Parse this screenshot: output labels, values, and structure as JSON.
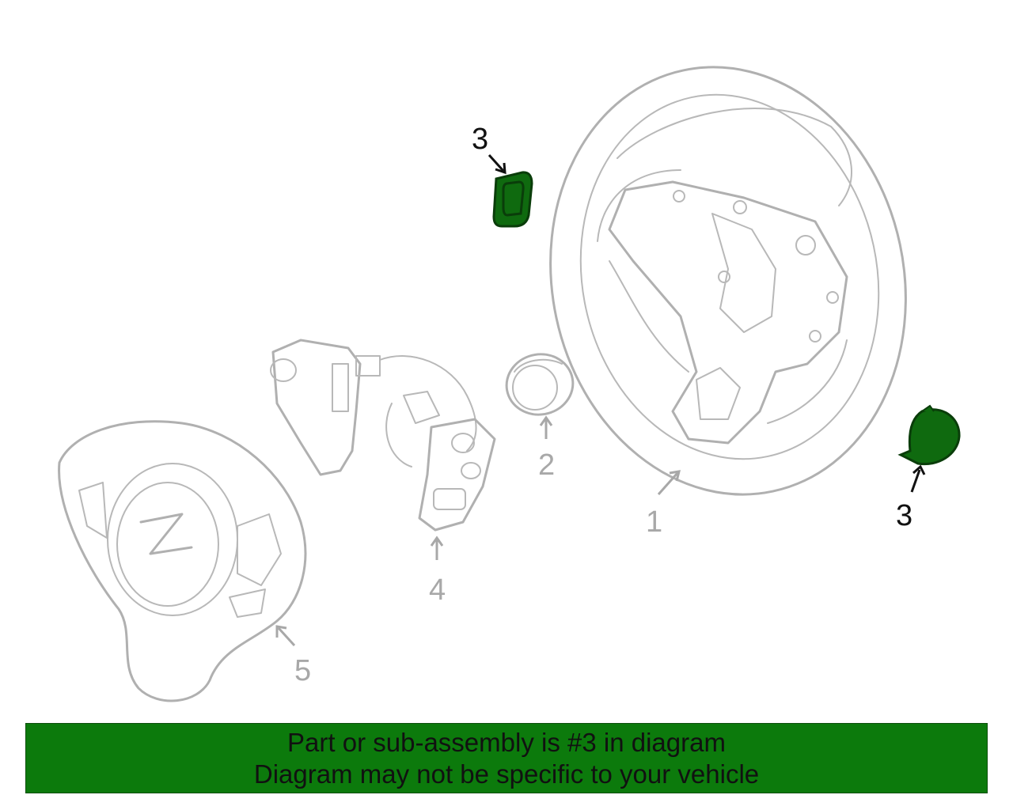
{
  "colors": {
    "highlight": "#0f6a0f",
    "highlight_stroke": "#0a3d0a",
    "banner_bg": "#0c7a0c",
    "line": "#b0b0b0",
    "text_dark": "#111111",
    "text_gray": "#a8a8a8"
  },
  "callouts": {
    "part1": "1",
    "part2": "2",
    "part3_upper": "3",
    "part3_lower": "3",
    "part4": "4",
    "part5": "5"
  },
  "banner": {
    "line1": "Part or sub-assembly is #3 in diagram",
    "line2": "Diagram may not be specific to your vehicle"
  }
}
